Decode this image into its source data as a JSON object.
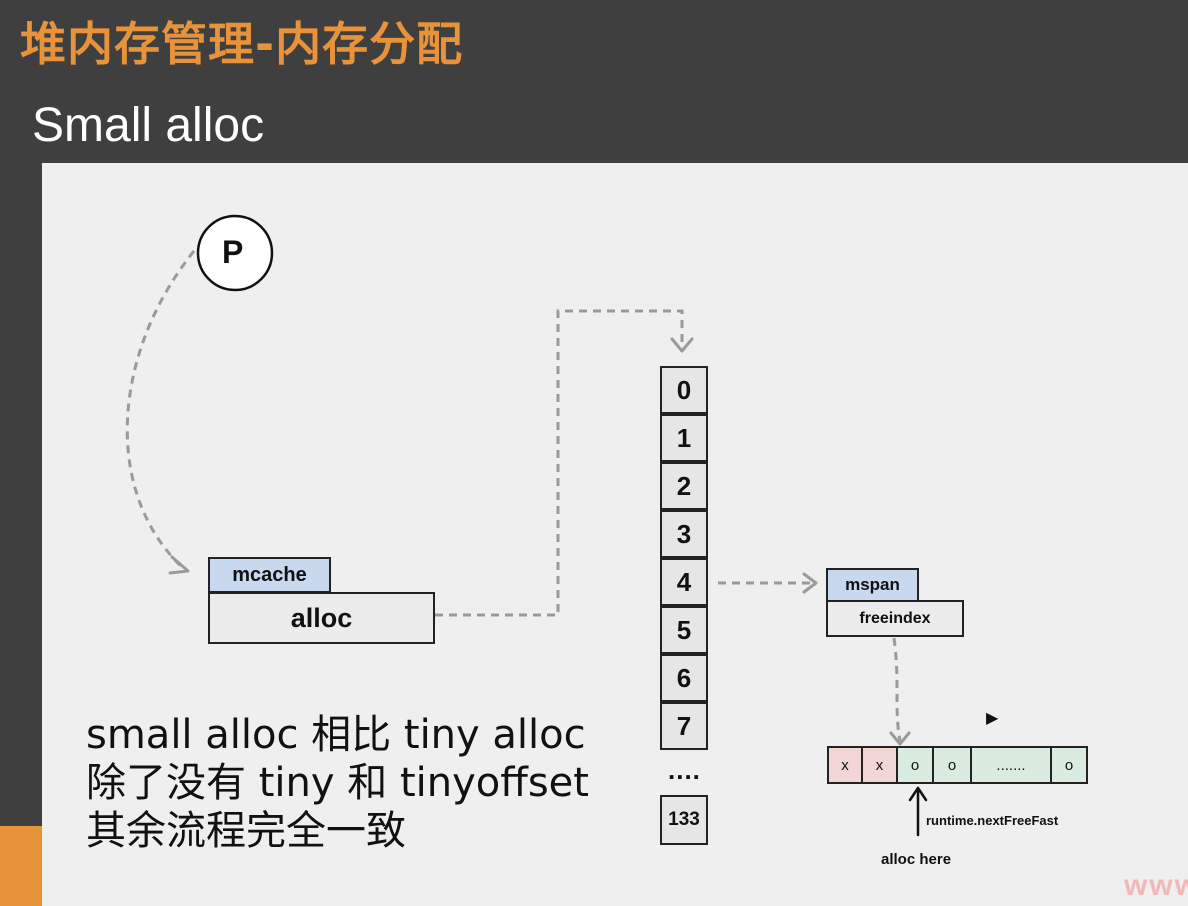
{
  "slide": {
    "title": "堆内存管理-内存分配",
    "subtitle": "Small alloc"
  },
  "diagram": {
    "p_node": "P",
    "mcache": {
      "tag": "mcache",
      "field": "alloc"
    },
    "size_classes": [
      "0",
      "1",
      "2",
      "3",
      "4",
      "5",
      "6",
      "7"
    ],
    "ellipsis": "....",
    "last_class": "133",
    "mspan": {
      "tag": "mspan",
      "field": "freeindex"
    },
    "slots": [
      "x",
      "x",
      "o",
      "o",
      ".......",
      "o"
    ],
    "pointer_label": "runtime.nextFreeFast",
    "alloc_label": "alloc here"
  },
  "note": {
    "lines": [
      "small alloc 相比 tiny alloc",
      "除了没有 tiny 和 tinyoffset",
      "其余流程完全一致"
    ]
  },
  "watermark": "www."
}
